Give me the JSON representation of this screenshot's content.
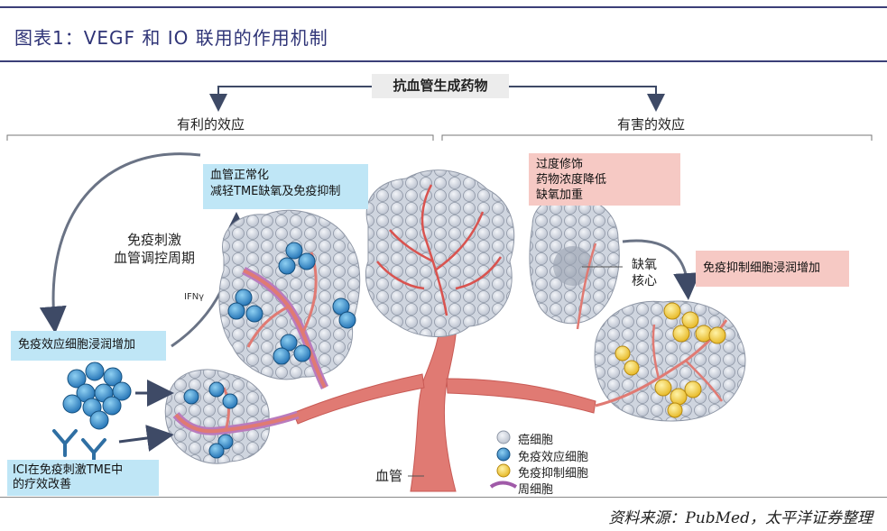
{
  "title": "图表1：VEGF 和 IO 联用的作用机制",
  "center_label": "抗血管生成药物",
  "left_branch_label": "有利的效应",
  "right_branch_label": "有害的效应",
  "left_boxes": {
    "normalization": [
      "血管正常化",
      "减轻TME缺氧及免疫抑制"
    ],
    "cycle_text": [
      "免疫刺激",
      "血管调控周期"
    ],
    "effector_infiltration": "免疫效应细胞浸润增加",
    "ici_efficacy": [
      "ICI在免疫刺激TME中",
      "的疗效改善"
    ],
    "ifn_label": "IFNγ"
  },
  "right_boxes": {
    "pruning": [
      "过度修饰",
      "药物浓度降低",
      "缺氧加重"
    ],
    "hypoxic_core": [
      "缺氧",
      "核心"
    ],
    "suppressor_infiltration": "免疫抑制细胞浸润增加"
  },
  "vessel_label": "血管",
  "legend": [
    {
      "label": "癌细胞",
      "color": "#d3d8e2"
    },
    {
      "label": "免疫效应细胞",
      "color": "#2f8fcf"
    },
    {
      "label": "免疫抑制细胞",
      "color": "#f3d24a"
    },
    {
      "label": "周细胞",
      "color": "#a05aa8"
    }
  ],
  "source": "资料来源：PubMed，太平洋证券整理",
  "colors": {
    "accent": "#3b3f78",
    "vessel": "#e07a73",
    "blue_box": "#bfe6f6",
    "pink_box": "#f6c9c4"
  }
}
